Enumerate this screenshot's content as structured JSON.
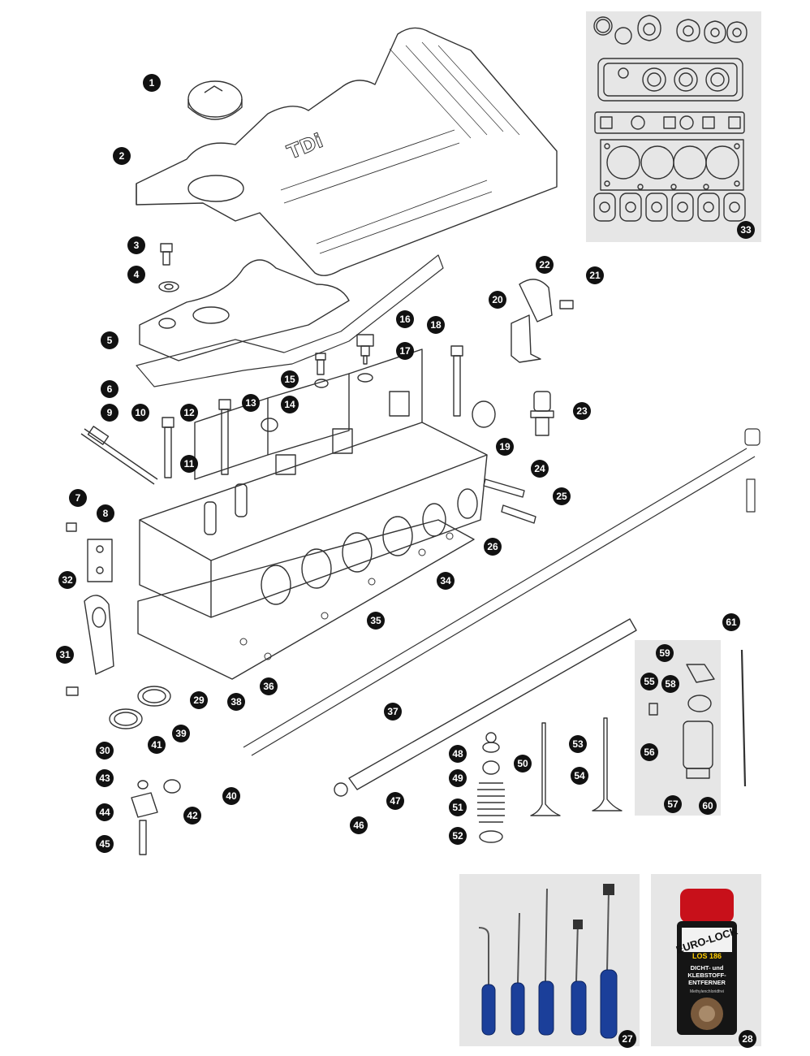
{
  "cover_emblem": "TDi",
  "callouts": [
    "1",
    "2",
    "3",
    "4",
    "5",
    "6",
    "7",
    "8",
    "9",
    "10",
    "11",
    "12",
    "13",
    "14",
    "15",
    "16",
    "17",
    "18",
    "19",
    "20",
    "21",
    "22",
    "23",
    "24",
    "25",
    "26",
    "27",
    "28",
    "29",
    "30",
    "31",
    "32",
    "33",
    "34",
    "35",
    "36",
    "37",
    "38",
    "39",
    "40",
    "41",
    "42",
    "43",
    "44",
    "45",
    "46",
    "47",
    "48",
    "49",
    "50",
    "51",
    "52",
    "53",
    "54",
    "55",
    "56",
    "57",
    "58",
    "59",
    "60",
    "61"
  ],
  "product": {
    "brand": "EURO-LOCK",
    "code": "LOS 186",
    "name_line1": "DICHT- und",
    "name_line2": "KLEBSTOFF-",
    "name_line3": "ENTFERNER",
    "subtitle": "Methylenchloridfrei"
  },
  "colors": {
    "panel_bg": "#e6e6e6",
    "callout_bg": "#111111",
    "handle_blue": "#1b3f9a",
    "can_red": "#c8101a"
  }
}
